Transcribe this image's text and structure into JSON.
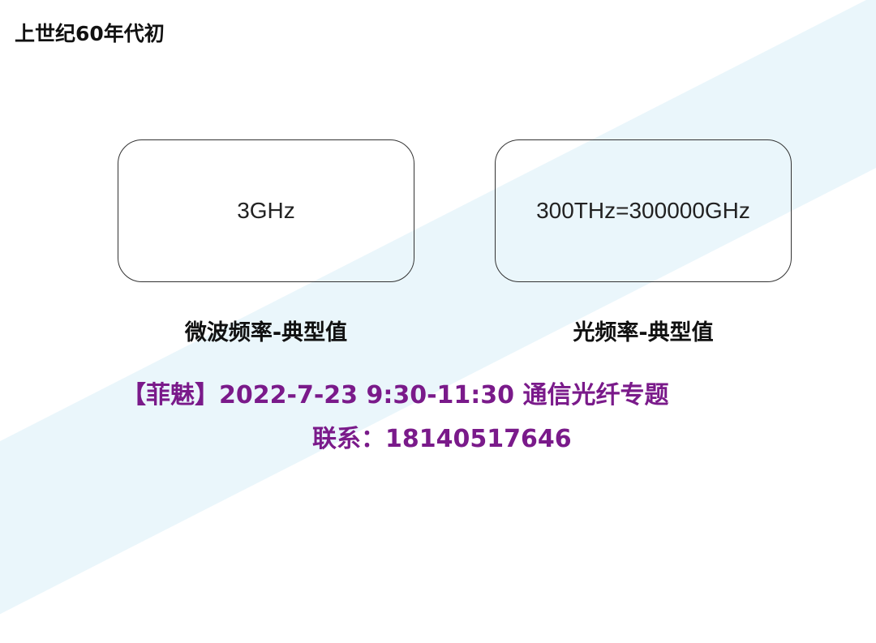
{
  "slide": {
    "title": "上世纪60年代初",
    "boxes": [
      {
        "value": "3GHz",
        "caption": "微波频率-典型值"
      },
      {
        "value": "300THz=300000GHz",
        "caption": "光频率-典型值"
      }
    ]
  },
  "watermark": {
    "line1": "【菲魅】2022-7-23 9:30-11:30  通信光纤专题",
    "line2": "联系：18140517646",
    "color": "#7a1a8a"
  }
}
